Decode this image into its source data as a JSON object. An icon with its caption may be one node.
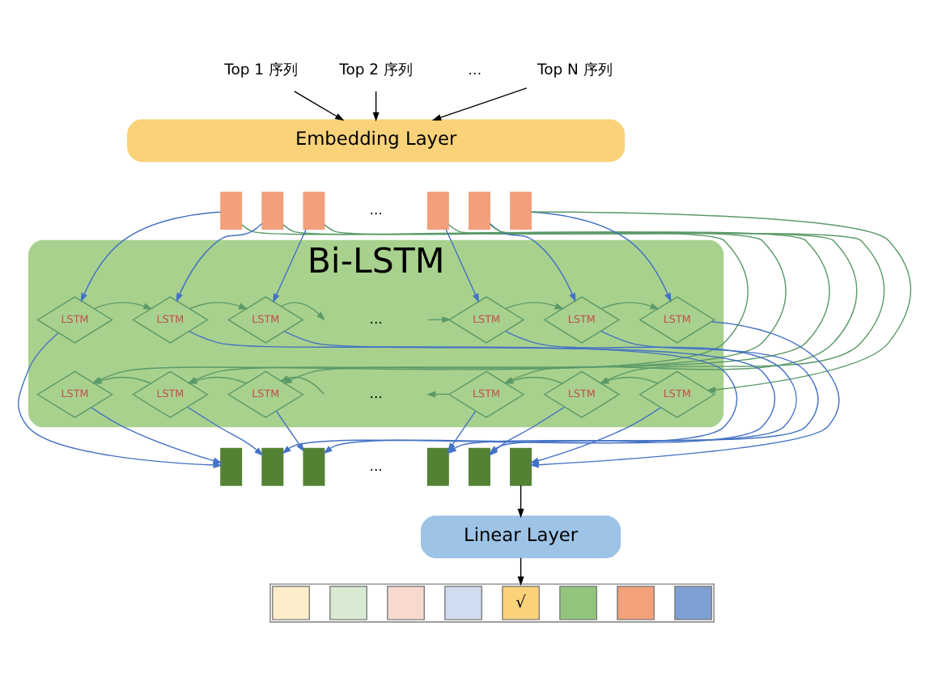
{
  "diagram": {
    "nodes": [
      {
        "text": [
          "Top 1 序列"
        ]
      },
      {
        "text": [
          "Top 2 序列"
        ]
      },
      {
        "text": [
          "Top N 序列"
        ]
      },
      {
        "text": [
          "Embedding Layer"
        ]
      },
      {
        "text": [],
        "shape": "box"
      },
      {
        "text": [],
        "shape": "box"
      },
      {
        "text": [],
        "shape": "box"
      },
      {
        "text": [],
        "shape": "box"
      },
      {
        "text": [],
        "shape": "box"
      },
      {
        "text": [],
        "shape": "box"
      },
      {
        "text": [
          "Bi-LSTM"
        ]
      },
      {
        "text": [
          "LSTM"
        ],
        "in": 10
      },
      {
        "text": [
          "LSTM"
        ],
        "in": 10
      },
      {
        "text": [
          "LSTM"
        ],
        "in": 10
      },
      {
        "text": [
          "LSTM"
        ],
        "in": 10
      },
      {
        "text": [
          "LSTM"
        ],
        "in": 10
      },
      {
        "text": [
          "LSTM"
        ],
        "in": 10
      },
      {
        "text": [
          "LSTM"
        ],
        "in": 10
      },
      {
        "text": [
          "LSTM"
        ],
        "in": 10
      },
      {
        "text": [
          "LSTM"
        ],
        "in": 10
      },
      {
        "text": [
          "LSTM"
        ],
        "in": 10
      },
      {
        "text": [
          "LSTM"
        ],
        "in": 10
      },
      {
        "text": [
          "LSTM"
        ],
        "in": 10
      },
      {
        "text": [],
        "shape": "box"
      },
      {
        "text": [],
        "shape": "box"
      },
      {
        "text": [],
        "shape": "box"
      },
      {
        "text": [],
        "shape": "box"
      },
      {
        "text": [],
        "shape": "box"
      },
      {
        "text": [],
        "shape": "box"
      },
      {
        "text": [
          "Linear Layer"
        ]
      },
      {
        "text": [],
        "shape": "bar"
      },
      {
        "text": [],
        "shape": "box",
        "in": 30
      },
      {
        "text": [],
        "shape": "box",
        "in": 30
      },
      {
        "text": [],
        "shape": "box",
        "in": 30
      },
      {
        "text": [],
        "shape": "box",
        "in": 30
      },
      {
        "text": [
          "√"
        ],
        "in": 30
      },
      {
        "text": [],
        "shape": "box",
        "in": 30
      },
      {
        "text": [],
        "shape": "box",
        "in": 30
      },
      {
        "text": [],
        "shape": "box",
        "in": 30
      }
    ],
    "edges": [
      {
        "from": 0,
        "to": 3,
        "arrow": "to",
        "color": "#000000"
      },
      {
        "from": 1,
        "to": 3,
        "arrow": "to",
        "color": "#000000"
      },
      {
        "from": 2,
        "to": 3,
        "arrow": "to",
        "color": "#000000"
      },
      {
        "from": 4,
        "to": 11,
        "arrow": "to"
      },
      {
        "from": 5,
        "to": 12,
        "arrow": "to"
      },
      {
        "from": 6,
        "to": 13,
        "arrow": "to"
      },
      {
        "from": 7,
        "to": 14,
        "arrow": "to"
      },
      {
        "from": 8,
        "to": 15,
        "arrow": "to"
      },
      {
        "from": 9,
        "to": 16,
        "arrow": "to"
      },
      {
        "from": 4,
        "to": 17,
        "arrow": "to",
        "color": "#5b9a68"
      },
      {
        "from": 5,
        "to": 18,
        "arrow": "to",
        "color": "#5b9a68"
      },
      {
        "from": 6,
        "to": 19,
        "arrow": "to",
        "color": "#5b9a68"
      },
      {
        "from": 7,
        "to": 20,
        "arrow": "to",
        "color": "#5b9a68"
      },
      {
        "from": 8,
        "to": 21,
        "arrow": "to",
        "color": "#5b9a68"
      },
      {
        "from": 9,
        "to": 22,
        "arrow": "to",
        "color": "#5b9a68"
      },
      {
        "from": 11,
        "to": 12,
        "arrow": "to",
        "color": "#5b9a68"
      },
      {
        "from": 12,
        "to": 13,
        "arrow": "to",
        "color": "#5b9a68"
      },
      {
        "from": 13,
        "to": null,
        "arrow": "to",
        "color": "#5b9a68"
      },
      {
        "from": null,
        "to": 14,
        "arrow": "to",
        "color": "#5b9a68"
      },
      {
        "from": 14,
        "to": 15,
        "arrow": "to",
        "color": "#5b9a68"
      },
      {
        "from": 15,
        "to": 16,
        "arrow": "to",
        "color": "#5b9a68"
      },
      {
        "from": 18,
        "to": 17,
        "arrow": "to",
        "color": "#5b9a68"
      },
      {
        "from": 19,
        "to": 18,
        "arrow": "to",
        "color": "#5b9a68"
      },
      {
        "from": null,
        "to": 19,
        "arrow": "to",
        "color": "#5b9a68"
      },
      {
        "from": 20,
        "to": null,
        "arrow": "to",
        "color": "#5b9a68"
      },
      {
        "from": 21,
        "to": 20,
        "arrow": "to",
        "color": "#5b9a68"
      },
      {
        "from": 22,
        "to": 21,
        "arrow": "to",
        "color": "#5b9a68"
      },
      {
        "from": 11,
        "to": 23,
        "arrow": "to"
      },
      {
        "from": 12,
        "to": 24,
        "arrow": "to"
      },
      {
        "from": 13,
        "to": 25,
        "arrow": "to"
      },
      {
        "from": 14,
        "to": 26,
        "arrow": "to"
      },
      {
        "from": 15,
        "to": 27,
        "arrow": "to"
      },
      {
        "from": 16,
        "to": 28,
        "arrow": "to"
      },
      {
        "from": 17,
        "to": 23,
        "arrow": "to"
      },
      {
        "from": 18,
        "to": 24,
        "arrow": "to"
      },
      {
        "from": 19,
        "to": 25,
        "arrow": "to"
      },
      {
        "from": 20,
        "to": 26,
        "arrow": "to"
      },
      {
        "from": 21,
        "to": 27,
        "arrow": "to"
      },
      {
        "from": 22,
        "to": 28,
        "arrow": "to"
      },
      {
        "from": 28,
        "to": 29,
        "arrow": "to",
        "color": "#000000"
      },
      {
        "from": 29,
        "to": 30,
        "arrow": "to",
        "color": "#000000"
      }
    ],
    "labels": [
      "…",
      "...",
      "...",
      "...",
      "..."
    ]
  }
}
